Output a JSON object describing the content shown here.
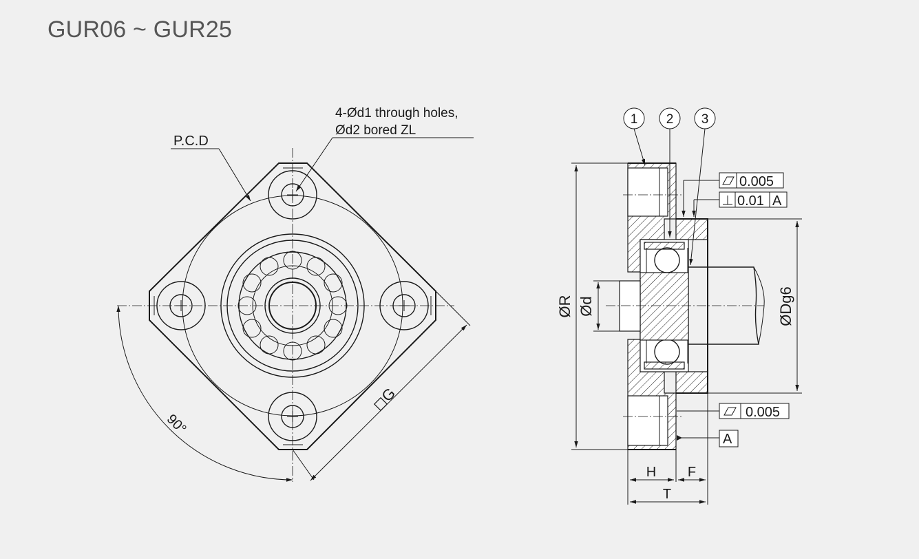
{
  "title": "GUR06 ~ GUR25",
  "front_view": {
    "pcd_label": "P.C.D",
    "holes_label_line1": "4-Ød1 through holes,",
    "holes_label_line2": "Ød2 bored ZL",
    "angle_label": "90°",
    "square_label": "◻G"
  },
  "side_view": {
    "balloons": [
      "1",
      "2",
      "3"
    ],
    "dim_R": "ØR",
    "dim_d": "Ød",
    "dim_Dg6": "ØDg6",
    "dim_H": "H",
    "dim_F": "F",
    "dim_T": "T",
    "tol_parallel_top": "0.005",
    "tol_perp_value": "0.01",
    "tol_perp_datum": "A",
    "tol_parallel_bottom": "0.005",
    "datum_label": "A"
  }
}
